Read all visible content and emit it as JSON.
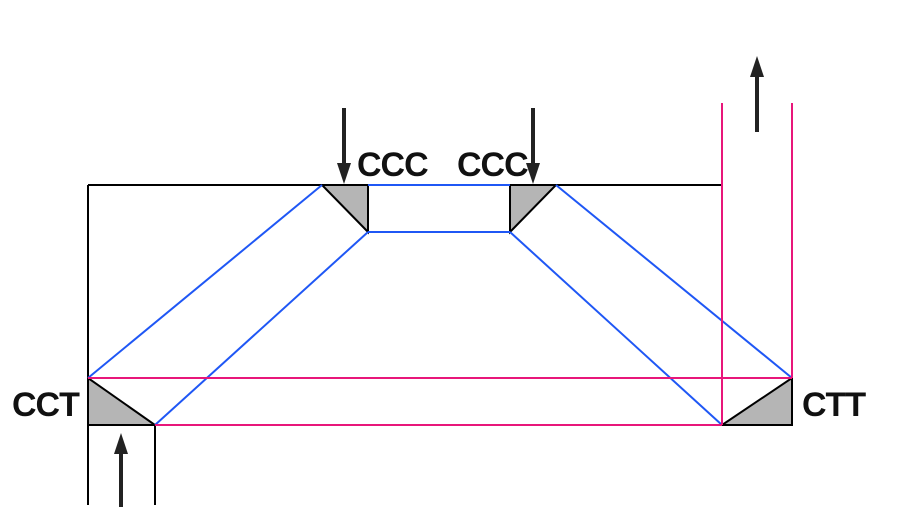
{
  "diagram": {
    "labels": {
      "top_left": "CCC",
      "top_right": "CCC",
      "bottom_left": "CCT",
      "bottom_right": "CTT"
    },
    "colors": {
      "frame": "#000000",
      "blue_path": "#1f57f5",
      "magenta_path": "#e8167a",
      "triangle_fill": "#b5b5b5",
      "arrow": "#222222"
    }
  }
}
